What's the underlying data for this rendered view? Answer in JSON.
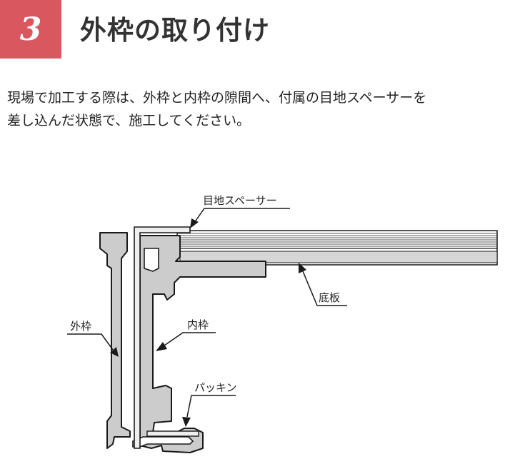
{
  "step": {
    "number": "3",
    "title": "外枠の取り付け"
  },
  "instruction": {
    "line1": "現場で加工する際は、外枠と内枠の隙間へ、付属の目地スペーサーを",
    "line2": "差し込んだ状態で、施工してください。"
  },
  "labels": {
    "spacer": "目地スペーサー",
    "bottom_board": "底板",
    "outer_frame": "外枠",
    "inner_frame": "内枠",
    "packing": "パッキン"
  },
  "colors": {
    "accent": "#d9585f",
    "profile_fill": "#cccccc",
    "line": "#1a1a1a"
  }
}
